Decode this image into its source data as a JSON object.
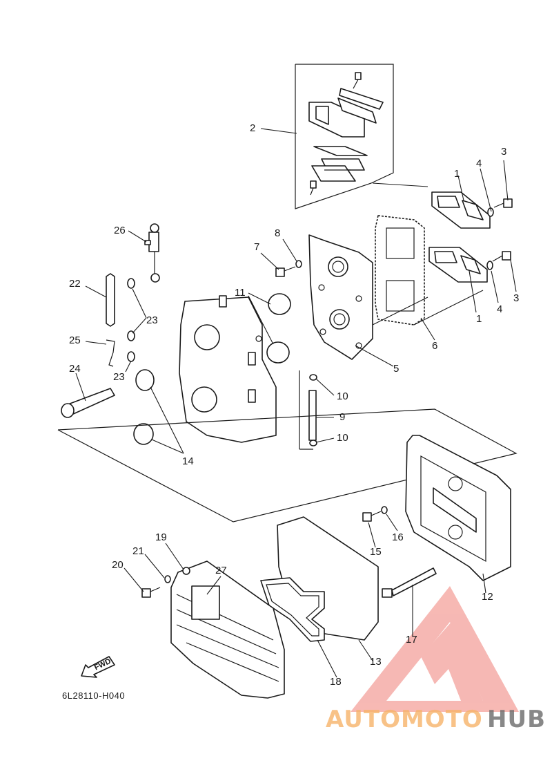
{
  "diagram": {
    "drawing_code": "6L28110-H040",
    "direction_label": "FWD",
    "callouts": [
      "1",
      "2",
      "3",
      "4",
      "5",
      "6",
      "7",
      "8",
      "9",
      "10",
      "11",
      "12",
      "13",
      "14",
      "15",
      "16",
      "17",
      "18",
      "19",
      "20",
      "21",
      "22",
      "23",
      "24",
      "25",
      "26",
      "27"
    ]
  },
  "watermark": {
    "text_part1": "AUTOMOTO",
    "text_part2": "HUB",
    "accent_color": "#f26b63",
    "secondary_color": "#f7b36a",
    "dark_color": "#6b6b6b"
  }
}
